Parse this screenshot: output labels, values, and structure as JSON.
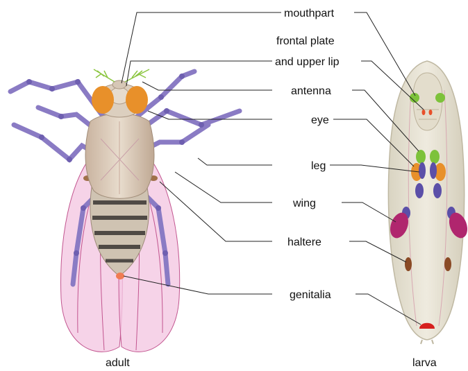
{
  "labels": {
    "mouthpart": "mouthpart",
    "frontal_plate_line1": "frontal plate",
    "frontal_plate_line2": "and upper lip",
    "antenna": "antenna",
    "eye": "eye",
    "leg": "leg",
    "wing": "wing",
    "haltere": "haltere",
    "genitalia": "genitalia"
  },
  "captions": {
    "adult": "adult",
    "larva": "larva"
  },
  "colors": {
    "mouthpart_disc": "#7dc23a",
    "antenna_disc": "#7dc23a",
    "eye_disc": "#e8902a",
    "leg_disc": "#5b4fa8",
    "wing_disc": "#b0266e",
    "haltere_disc": "#8a4a25",
    "genital_disc": "#d6201e",
    "adult_wing": "#f2c4e0",
    "adult_legs": "#8a7bc4",
    "adult_eye": "#e8902a",
    "larva_body": "#e9e5d8"
  }
}
